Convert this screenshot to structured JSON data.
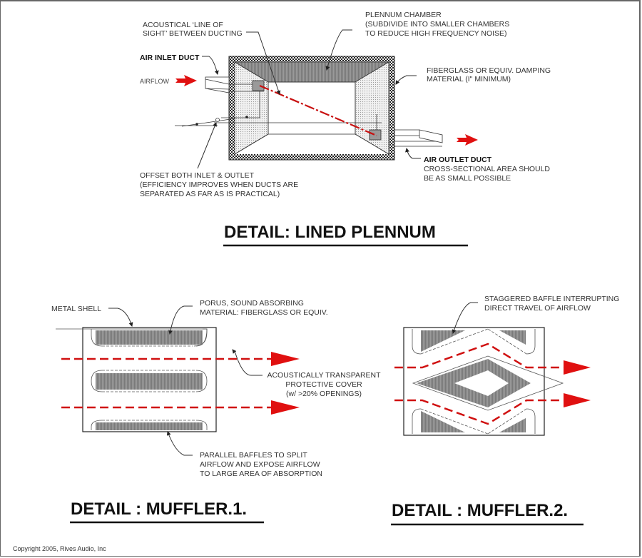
{
  "lined_plennum": {
    "title": "DETAIL: LINED PLENNUM",
    "labels": {
      "line_of_sight": [
        "ACOUSTICAL ‘LINE OF",
        "SIGHT’ BETWEEN DUCTING"
      ],
      "plennum_chamber": [
        "PLENNUM CHAMBER",
        "(SUBDIVIDE INTO SMALLER CHAMBERS",
        "TO REDUCE HIGH FREQUENCY NOISE)"
      ],
      "air_inlet_duct": "AIR INLET DUCT",
      "airflow": "AIRFLOW",
      "fiberglass": [
        "FIBERGLASS OR EQUIV. DAMPING",
        "MATERIAL (I\" MINIMUM)"
      ],
      "offset": [
        "OFFSET BOTH INLET & OUTLET",
        "(EFFICIENCY IMPROVES WHEN DUCTS ARE",
        "SEPARATED AS FAR AS IS PRACTICAL)"
      ],
      "air_outlet_duct": "AIR OUTLET DUCT",
      "outlet_note": [
        "CROSS-SECTIONAL AREA SHOULD",
        "BE AS SMALL POSSIBLE"
      ]
    }
  },
  "muffler1": {
    "title": "DETAIL : MUFFLER.1.",
    "labels": {
      "metal_shell": "METAL SHELL",
      "porus": [
        "PORUS, SOUND ABSORBING",
        "MATERIAL: FIBERGLASS OR EQUIV."
      ],
      "cover": [
        "ACOUSTICALLY TRANSPARENT",
        "PROTECTIVE COVER",
        "(w/ >20% OPENINGS)"
      ],
      "parallel": [
        "PARALLEL BAFFLES TO SPLIT",
        "AIRFLOW AND EXPOSE AIRFLOW",
        "TO LARGE AREA OF ABSORPTION"
      ]
    }
  },
  "muffler2": {
    "title": "DETAIL : MUFFLER.2.",
    "labels": {
      "staggered": [
        "STAGGERED BAFFLE INTERRUPTING",
        "DIRECT TRAVEL OF AIRFLOW"
      ]
    }
  },
  "copyright": "Copyright 2005, Rives Audio, Inc",
  "colors": {
    "airflow_red": "#e01010",
    "absorber_gray": "#8a8a8a",
    "line": "#333333"
  }
}
